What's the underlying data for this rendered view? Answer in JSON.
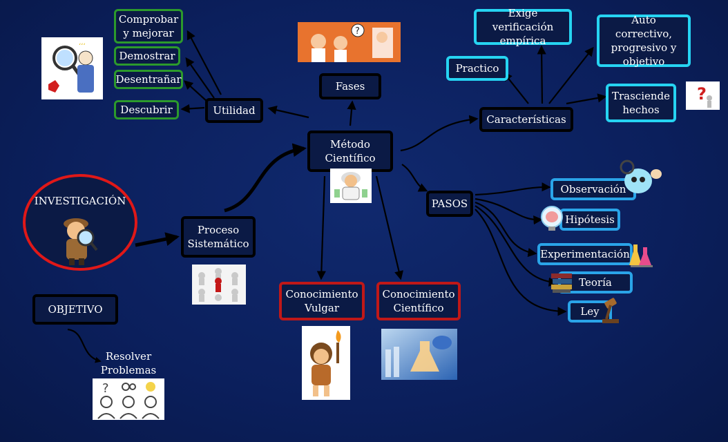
{
  "colors": {
    "background": "#0b1f5c",
    "utilidad_border": "#2c9a2c",
    "caracteristicas_border": "#26d4f2",
    "pasos_border": "#2aa4e8",
    "conocimiento_border": "#c01818",
    "investigacion_border": "#e01818"
  },
  "nodes": {
    "investigacion": "INVESTIGACIÓN",
    "proceso": "Proceso\nSistemático",
    "metodo": "Método\nCientífico",
    "fases": "Fases",
    "utilidad": "Utilidad",
    "comprobar": "Comprobar\ny mejorar",
    "demostrar": "Demostrar",
    "desentranar": "Desentrañar",
    "descubrir": "Descubrir",
    "caracteristicas": "Características",
    "practico": "Practico",
    "exige": "Exige verificación\nempírica",
    "auto": "Auto correctivo,\nprogresivo y\nobjetivo",
    "trasciende": "Trasciende\nhechos",
    "pasos": "PASOS",
    "observacion": "Observación",
    "hipotesis": "Hipótesis",
    "experimentacion": "Experimentación",
    "teoria": "Teoría",
    "ley": "Ley",
    "vulgar": "Conocimiento\nVulgar",
    "cientifico": "Conocimiento\nCientífico",
    "objetivo": "OBJETIVO",
    "resolver": "Resolver\nProblemas"
  },
  "icons": {
    "magnifier_man": "magnifier-man-icon",
    "fases_comic": "comic-question-icon",
    "scientist": "scientist-icon",
    "question_mark": "question-mark-icon",
    "detective": "detective-icon",
    "network": "network-people-icon",
    "caveman": "caveman-torch-icon",
    "lab": "lab-flask-icon",
    "thinking": "thinking-people-icon",
    "observation": "observation-icon",
    "brain": "brain-icon",
    "flasks": "flasks-icon",
    "books": "books-icon",
    "gavel": "gavel-icon"
  }
}
